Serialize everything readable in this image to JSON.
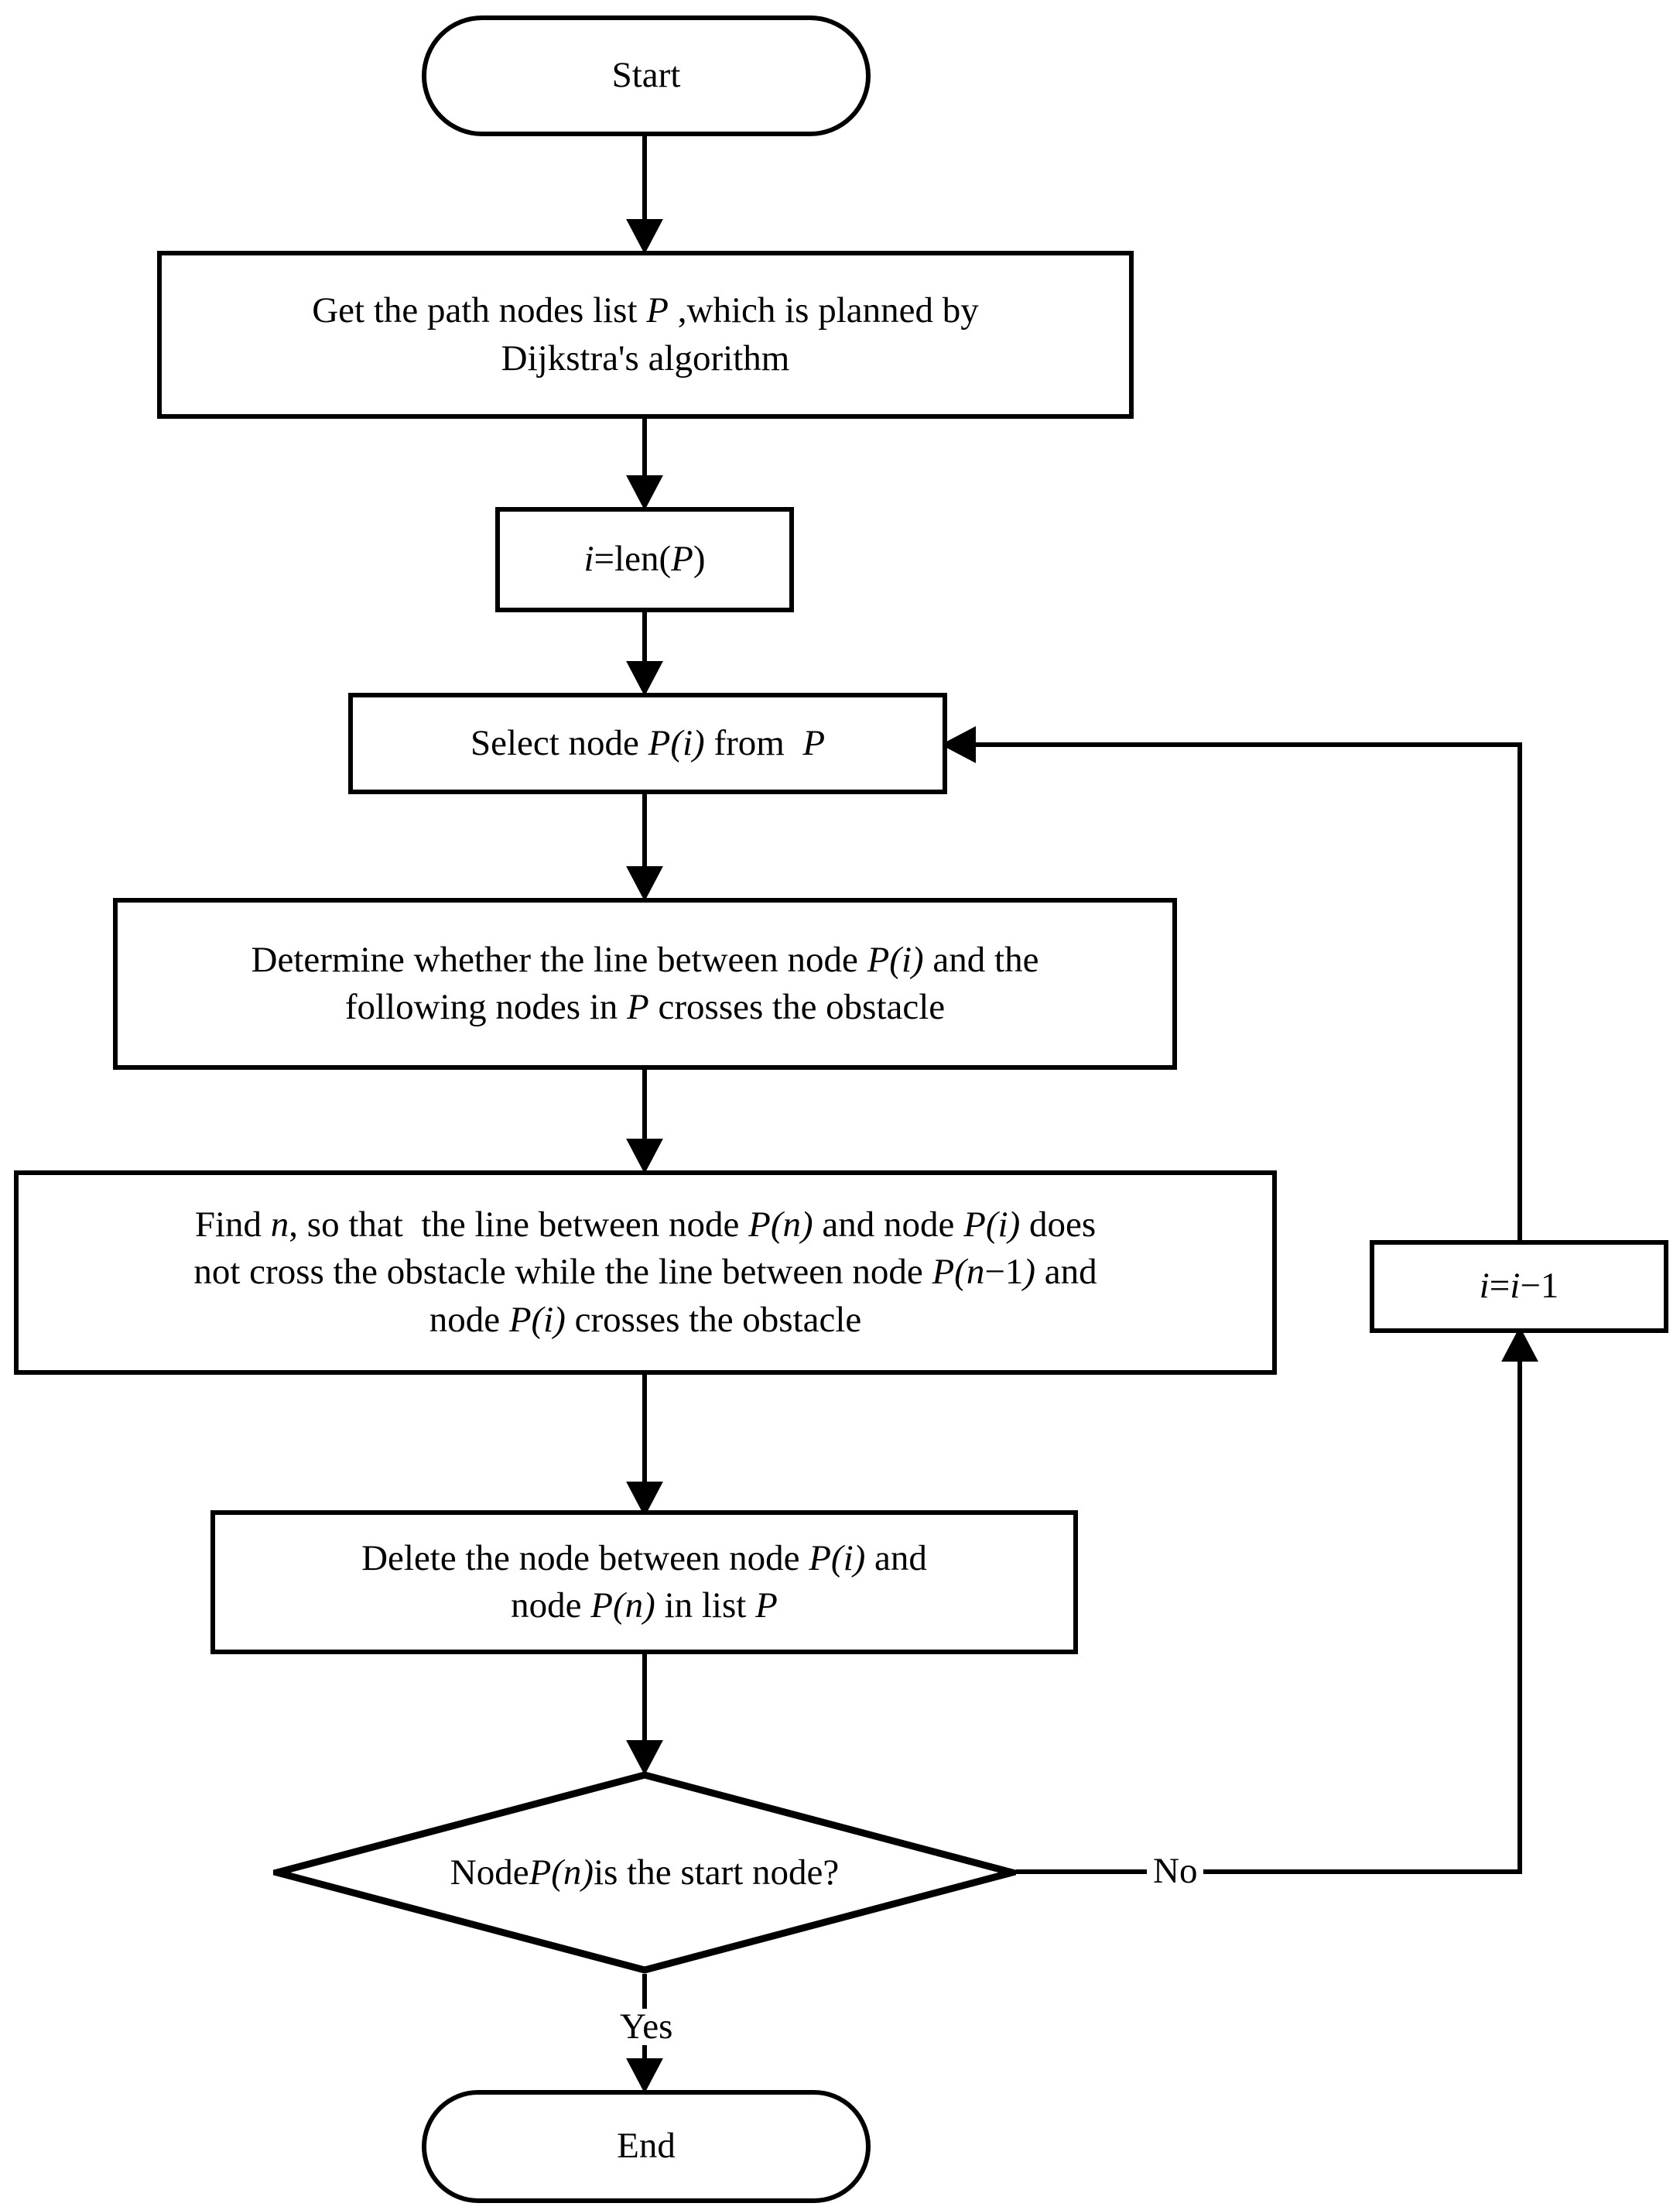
{
  "diagram": {
    "type": "flowchart",
    "title": "Path node pruning flowchart",
    "orientation": "top-to-bottom",
    "line_color": "#000000",
    "fill_color": "#ffffff"
  },
  "nodes": {
    "start": {
      "shape": "terminator",
      "label": "Start"
    },
    "get_path": {
      "shape": "process",
      "line1": "Get the path nodes list P ,which is planned by",
      "line2": "Dijkstra's algorithm"
    },
    "init_i": {
      "shape": "process",
      "label": "i=len(P)"
    },
    "select_node": {
      "shape": "process",
      "label": "Select node P(i) from  P"
    },
    "determine": {
      "shape": "process",
      "line1": "Determine whether the line between node P(i) and the",
      "line2": "following nodes in P crosses the obstacle"
    },
    "find_n": {
      "shape": "process",
      "line1": "Find n, so that  the line between node P(n) and node P(i) does",
      "line2": "not cross the obstacle while the line between node P(n−1) and",
      "line3": "node P(i) crosses the obstacle"
    },
    "delete_nodes": {
      "shape": "process",
      "line1": "Delete the node between node P(i) and",
      "line2": "node P(n) in list P"
    },
    "decision": {
      "shape": "decision",
      "label": "Node P(n) is the start node?"
    },
    "decrement": {
      "shape": "process",
      "label": "i=i−1"
    },
    "end": {
      "shape": "terminator",
      "label": "End"
    }
  },
  "edge_labels": {
    "no": "No",
    "yes": "Yes"
  },
  "edges": [
    {
      "from": "start",
      "to": "get_path",
      "label": ""
    },
    {
      "from": "get_path",
      "to": "init_i",
      "label": ""
    },
    {
      "from": "init_i",
      "to": "select_node",
      "label": ""
    },
    {
      "from": "select_node",
      "to": "determine",
      "label": ""
    },
    {
      "from": "determine",
      "to": "find_n",
      "label": ""
    },
    {
      "from": "find_n",
      "to": "delete_nodes",
      "label": ""
    },
    {
      "from": "delete_nodes",
      "to": "decision",
      "label": ""
    },
    {
      "from": "decision",
      "to": "decrement",
      "label": "No"
    },
    {
      "from": "decrement",
      "to": "select_node",
      "label": ""
    },
    {
      "from": "decision",
      "to": "end",
      "label": "Yes"
    }
  ]
}
